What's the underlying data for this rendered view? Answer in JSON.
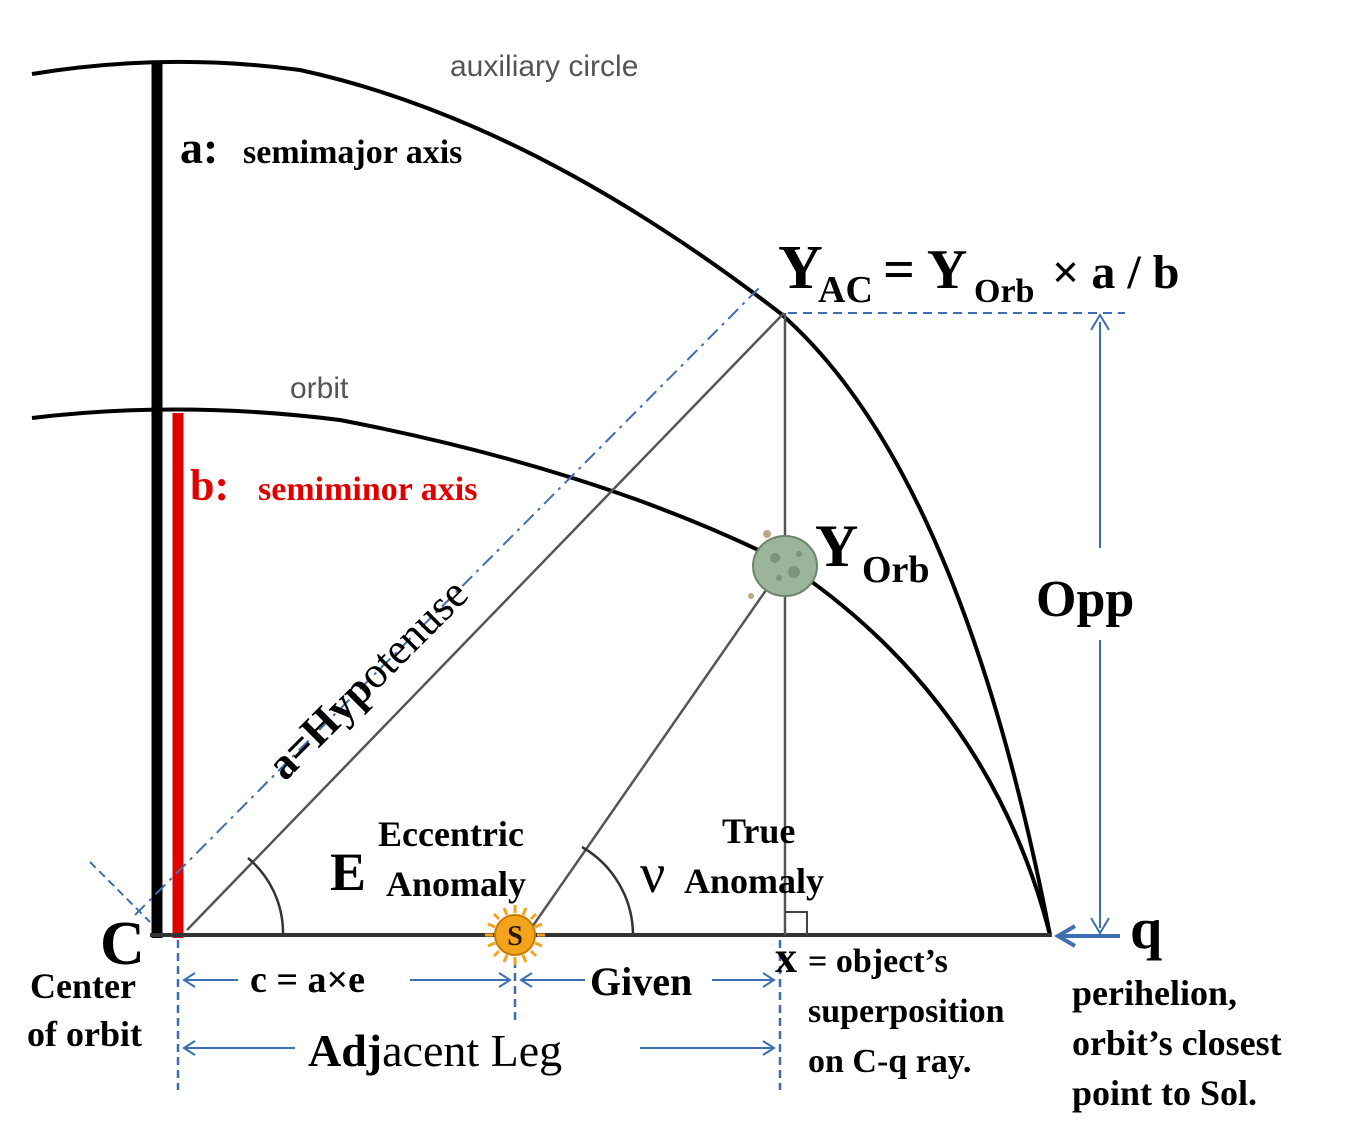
{
  "labels": {
    "aux_circle": "auxiliary circle",
    "orbit": "orbit",
    "a_prefix": "a:",
    "a_text": "semimajor axis",
    "b_prefix": "b:",
    "b_text": "semiminor axis",
    "hyp_a": "a=",
    "hyp_hyp": "Hyp",
    "hyp_rest": "otenuse",
    "y_ac_main": "Y",
    "y_ac_sub": "AC",
    "y_ac_eq": "= Y",
    "y_ac_sub2": "Orb",
    "y_ac_tail": "× a / b",
    "y_orb_main": "Y",
    "y_orb_sub": "Orb",
    "opp": "Opp",
    "q": "q",
    "q_desc_1": "perihelion,",
    "q_desc_2": "orbit’s closest",
    "q_desc_3": "point to Sol.",
    "ecc_1": "Eccentric",
    "ecc_2": "Anomaly",
    "ecc_symbol": "E",
    "true_1": "True",
    "true_2": "Anomaly",
    "true_symbol": "ν",
    "sun": "S",
    "c": "C",
    "center_1": "Center",
    "center_2": "of orbit",
    "c_dist": "c = a×e",
    "given": "Given",
    "adj_adj": "Adj",
    "adj_rest": "acent Leg",
    "x": "x",
    "x_desc_1": "= object’s",
    "x_desc_2": "superposition",
    "x_desc_3": "on C-q ray."
  },
  "colors": {
    "line": "#000000",
    "semiminor": "#e00000",
    "guide": "#3d6fb0",
    "construction": "#555555",
    "sun_fill": "#f4a41c",
    "asteroid_fill": "#9ab59a"
  },
  "icons": {
    "sun": "sun-icon",
    "asteroid": "asteroid-icon"
  }
}
